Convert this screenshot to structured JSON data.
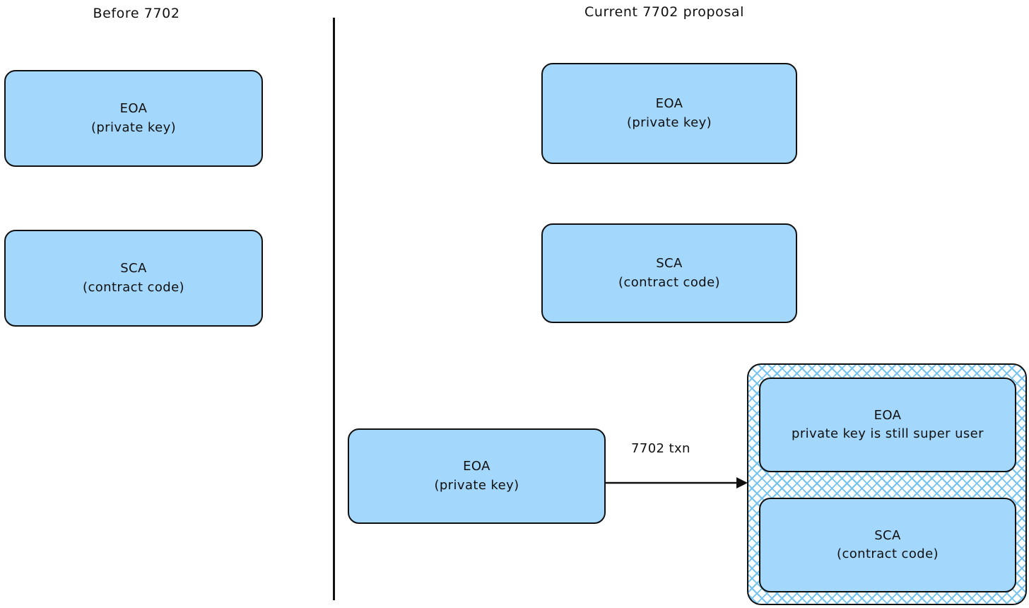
{
  "diagram": {
    "background_color": "#ffffff",
    "node_fill_color": "#a3d7fc",
    "node_stroke_color": "#101010",
    "hatch_color": "#74c2ef",
    "left_panel": {
      "title": "Before 7702",
      "nodes": [
        {
          "line1": "EOA",
          "line2": "(private key)"
        },
        {
          "line1": "SCA",
          "line2": "(contract code)"
        }
      ]
    },
    "right_panel": {
      "title": "Current 7702 proposal",
      "nodes": [
        {
          "line1": "EOA",
          "line2": "(private key)"
        },
        {
          "line1": "SCA",
          "line2": "(contract code)"
        },
        {
          "line1": "EOA",
          "line2": "(private key)"
        }
      ],
      "arrow_label": "7702 txn",
      "delegated_container": {
        "nodes": [
          {
            "line1": "EOA",
            "line2": "private key is still super user"
          },
          {
            "line1": "SCA",
            "line2": "(contract code)"
          }
        ]
      }
    }
  }
}
